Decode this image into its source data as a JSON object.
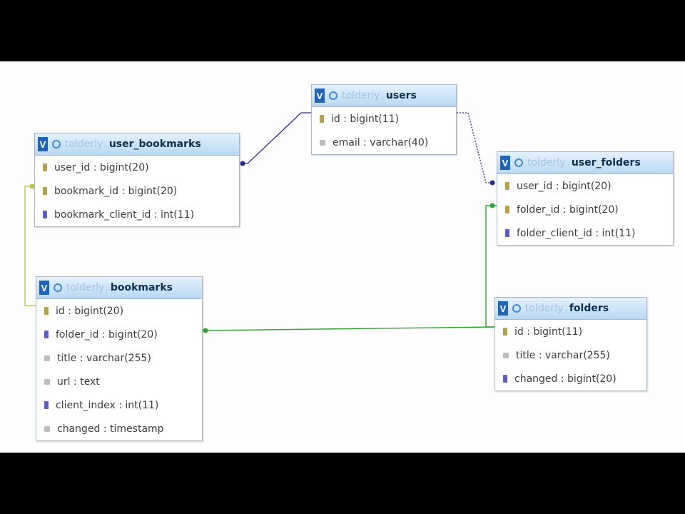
{
  "colors": {
    "link_blue": "#2c2c8c",
    "link_green": "#2fa52f",
    "link_olive": "#b9c23a",
    "header_text": "#0e2d4f"
  },
  "icons": {
    "table_badge": "v-badge-icon",
    "table_settings": "gear-icon",
    "primary_key": "key-icon",
    "foreign_key": "foreign-key-icon",
    "column": "column-icon"
  },
  "tables": {
    "users": {
      "db": "tolderly",
      "name": "users",
      "rows": [
        "id : bigint(11)",
        "email : varchar(40)"
      ]
    },
    "user_bookmarks": {
      "db": "tolderly",
      "name": "user_bookmarks",
      "rows": [
        "user_id : bigint(20)",
        "bookmark_id : bigint(20)",
        "bookmark_client_id : int(11)"
      ]
    },
    "user_folders": {
      "db": "tolderly",
      "name": "user_folders",
      "rows": [
        "user_id : bigint(20)",
        "folder_id : bigint(20)",
        "folder_client_id : int(11)"
      ]
    },
    "bookmarks": {
      "db": "tolderly",
      "name": "bookmarks",
      "rows": [
        "id : bigint(20)",
        "folder_id : bigint(20)",
        "title : varchar(255)",
        "url : text",
        "client_index : int(11)",
        "changed : timestamp"
      ]
    },
    "folders": {
      "db": "tolderly",
      "name": "folders",
      "rows": [
        "id : bigint(11)",
        "title : varchar(255)",
        "changed : bigint(20)"
      ]
    }
  }
}
